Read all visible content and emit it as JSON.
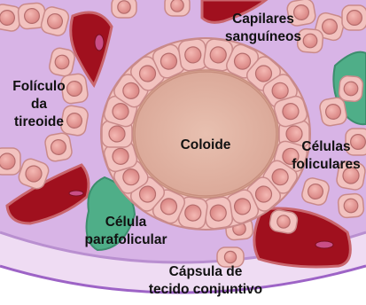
{
  "labels": {
    "capilares_line1": "Capilares",
    "capilares_line2": "sanguíneos",
    "foliculo_line1": "Folículo",
    "foliculo_line2": "da",
    "foliculo_line3": "tireoide",
    "coloide": "Coloide",
    "celulas_line1": "Células",
    "celulas_line2": "foliculares",
    "celula_line1": "Célula",
    "celula_line2": "parafolicular",
    "capsula_line1": "Cápsula de",
    "capsula_line2": "tecido conjuntivo"
  },
  "colors": {
    "background": "#d8b4e6",
    "capsule": "#efdcf3",
    "colloid": "#e2b5a5",
    "cell_fill": "#f2c2bf",
    "cell_stroke": "#c98a8a",
    "nucleus_fill": "#e59a98",
    "nucleus_stroke": "#b56d6d",
    "capillary": "#a0101e",
    "capillary_rim": "#c9666d",
    "parafollicular": "#4fae88",
    "paper": "#ffffff"
  }
}
